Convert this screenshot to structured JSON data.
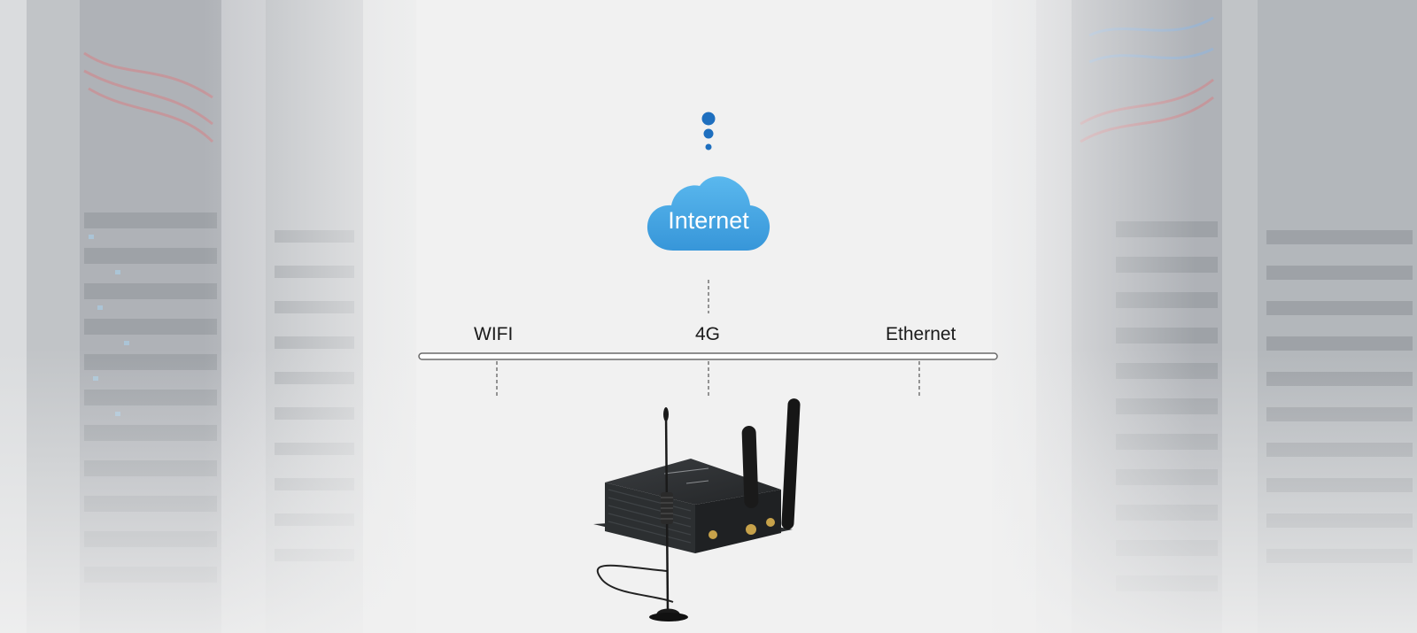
{
  "diagram": {
    "cloud": {
      "label": "Internet",
      "color": "#45a6e3",
      "dot_color": "#1e6fbf"
    },
    "connections": [
      {
        "label": "WIFI"
      },
      {
        "label": "4G"
      },
      {
        "label": "Ethernet"
      }
    ],
    "device": {
      "name": "4G router with antennas"
    }
  }
}
